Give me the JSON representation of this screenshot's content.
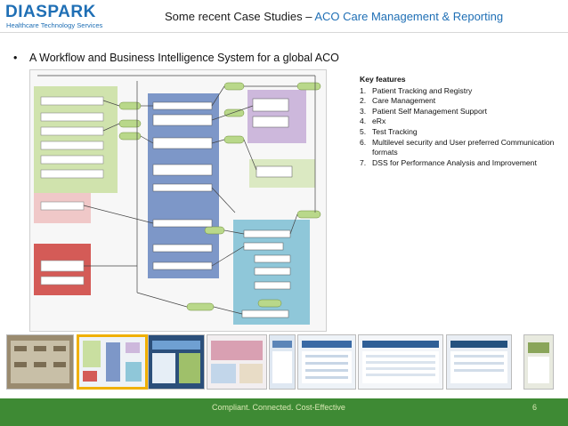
{
  "logo": {
    "name": "DIASPARK",
    "tagline": "Healthcare Technology Services"
  },
  "header": {
    "title_prefix": "Some recent Case Studies – ",
    "title_highlight": "ACO Care Management & Reporting"
  },
  "main": {
    "bullet_symbol": "•",
    "bullet_text": "A Workflow and Business Intelligence System for a global ACO",
    "features_title": "Key features",
    "features": [
      {
        "num": "1.",
        "text": "Patient Tracking and Registry"
      },
      {
        "num": "2.",
        "text": "Care Management"
      },
      {
        "num": "3.",
        "text": "Patient Self Management Support"
      },
      {
        "num": "4.",
        "text": "eRx"
      },
      {
        "num": "5.",
        "text": "Test Tracking"
      },
      {
        "num": "6.",
        "text": "Multilevel security and User preferred Communication formats"
      },
      {
        "num": "7.",
        "text": "DSS for Performance Analysis and Improvement"
      }
    ]
  },
  "footer": {
    "tagline": "Compliant. Connected. Cost-Effective",
    "page_number": "6"
  },
  "colors": {
    "brand_blue": "#1f6fb5",
    "footer_green": "#3e8a34",
    "selected_border": "#f0b000"
  }
}
